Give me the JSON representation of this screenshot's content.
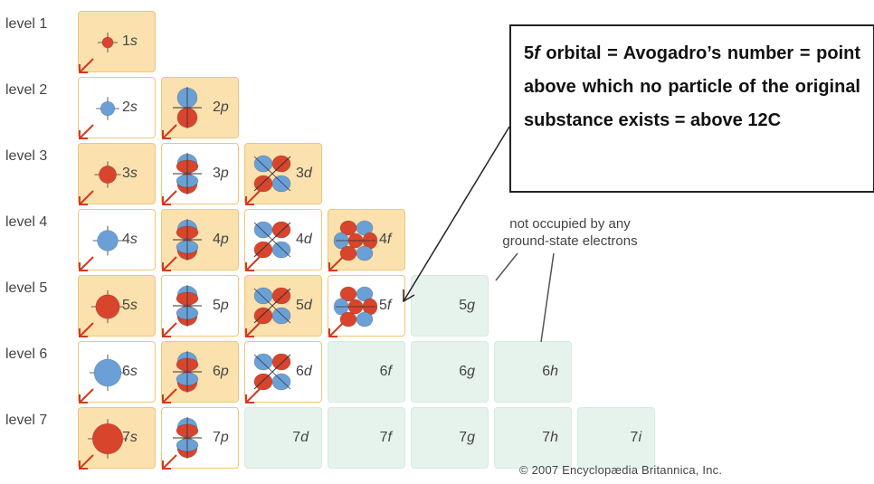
{
  "levels": [
    "level 1",
    "level 2",
    "level 3",
    "level 4",
    "level 5",
    "level 6",
    "level 7"
  ],
  "cells": [
    {
      "n": "1",
      "l": "s",
      "row": 0,
      "col": 0,
      "bg": "orange",
      "orb": "s"
    },
    {
      "n": "2",
      "l": "s",
      "row": 1,
      "col": 0,
      "bg": "white",
      "orb": "s"
    },
    {
      "n": "2",
      "l": "p",
      "row": 1,
      "col": 1,
      "bg": "orange",
      "orb": "p"
    },
    {
      "n": "3",
      "l": "s",
      "row": 2,
      "col": 0,
      "bg": "orange",
      "orb": "s"
    },
    {
      "n": "3",
      "l": "p",
      "row": 2,
      "col": 1,
      "bg": "white",
      "orb": "p"
    },
    {
      "n": "3",
      "l": "d",
      "row": 2,
      "col": 2,
      "bg": "orange",
      "orb": "d"
    },
    {
      "n": "4",
      "l": "s",
      "row": 3,
      "col": 0,
      "bg": "white",
      "orb": "s"
    },
    {
      "n": "4",
      "l": "p",
      "row": 3,
      "col": 1,
      "bg": "orange",
      "orb": "p"
    },
    {
      "n": "4",
      "l": "d",
      "row": 3,
      "col": 2,
      "bg": "white",
      "orb": "d"
    },
    {
      "n": "4",
      "l": "f",
      "row": 3,
      "col": 3,
      "bg": "orange",
      "orb": "f"
    },
    {
      "n": "5",
      "l": "s",
      "row": 4,
      "col": 0,
      "bg": "orange",
      "orb": "s"
    },
    {
      "n": "5",
      "l": "p",
      "row": 4,
      "col": 1,
      "bg": "white",
      "orb": "p"
    },
    {
      "n": "5",
      "l": "d",
      "row": 4,
      "col": 2,
      "bg": "orange",
      "orb": "d"
    },
    {
      "n": "5",
      "l": "f",
      "row": 4,
      "col": 3,
      "bg": "white",
      "orb": "f"
    },
    {
      "n": "5",
      "l": "g",
      "row": 4,
      "col": 4,
      "bg": "green",
      "orb": ""
    },
    {
      "n": "6",
      "l": "s",
      "row": 5,
      "col": 0,
      "bg": "white",
      "orb": "s"
    },
    {
      "n": "6",
      "l": "p",
      "row": 5,
      "col": 1,
      "bg": "orange",
      "orb": "p"
    },
    {
      "n": "6",
      "l": "d",
      "row": 5,
      "col": 2,
      "bg": "white",
      "orb": "d"
    },
    {
      "n": "6",
      "l": "f",
      "row": 5,
      "col": 3,
      "bg": "green",
      "orb": ""
    },
    {
      "n": "6",
      "l": "g",
      "row": 5,
      "col": 4,
      "bg": "green",
      "orb": ""
    },
    {
      "n": "6",
      "l": "h",
      "row": 5,
      "col": 5,
      "bg": "green",
      "orb": ""
    },
    {
      "n": "7",
      "l": "s",
      "row": 6,
      "col": 0,
      "bg": "orange",
      "orb": "s"
    },
    {
      "n": "7",
      "l": "p",
      "row": 6,
      "col": 1,
      "bg": "white",
      "orb": "p"
    },
    {
      "n": "7",
      "l": "d",
      "row": 6,
      "col": 2,
      "bg": "green",
      "orb": ""
    },
    {
      "n": "7",
      "l": "f",
      "row": 6,
      "col": 3,
      "bg": "green",
      "orb": ""
    },
    {
      "n": "7",
      "l": "g",
      "row": 6,
      "col": 4,
      "bg": "green",
      "orb": ""
    },
    {
      "n": "7",
      "l": "h",
      "row": 6,
      "col": 5,
      "bg": "green",
      "orb": ""
    },
    {
      "n": "7",
      "l": "i",
      "row": 6,
      "col": 6,
      "bg": "green",
      "orb": ""
    }
  ],
  "note": {
    "line1": "not occupied by any",
    "line2": "ground-state electrons"
  },
  "callout": {
    "prefix": "5",
    "italic": "f",
    "text": " orbital = Avogadro’s number = point above which no particle of the original substance exists = above 12C"
  },
  "copyright": "© 2007 Encyclopædia Britannica, Inc.",
  "colors": {
    "lobe_red": "#d9442c",
    "lobe_blue": "#6aa0d6",
    "arrow": "#d23a20"
  }
}
